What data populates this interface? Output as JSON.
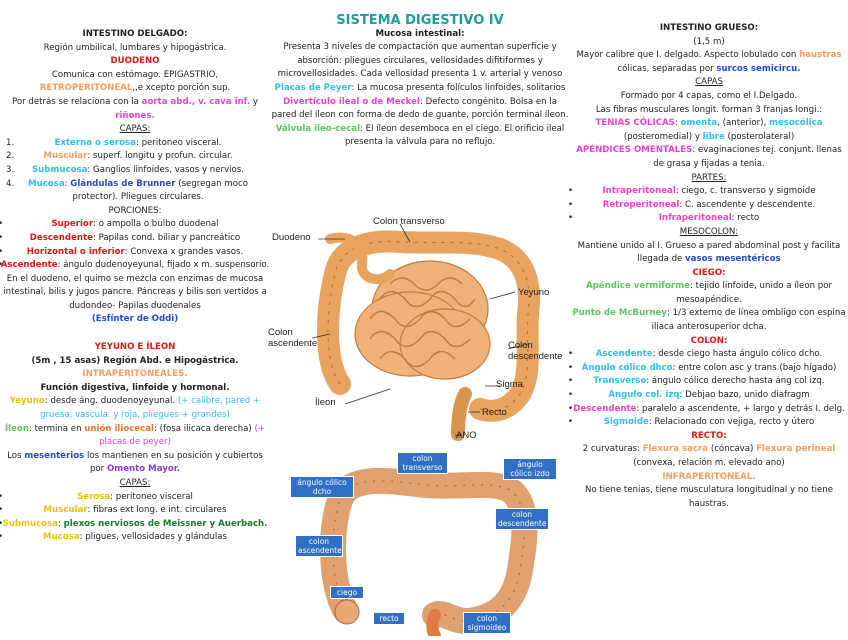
{
  "main_title": "SISTEMA DIGESTIVO IV",
  "col1": {
    "title": "INTESTINO DELGADO:",
    "region": "Región umbilical, lumbares y hipogástrica.",
    "duodeno_label": "DUODENO",
    "duodeno_1": "Comunica con estómago. EPIGASTRIO,",
    "retro": "RETROPERITONEAL",
    "retro_rest": ",,e xcepto porción sup.",
    "detras_1": "Por detrás se relaciona con la ",
    "aorta": "aorta abd., v. cava inf.",
    "y": " y ",
    "rinones": "riñones.",
    "capas": "CAPAS:",
    "capas_items": [
      {
        "n": "1.",
        "c": "Externa o serosa",
        "r": ": peritoneo visceral."
      },
      {
        "n": "2.",
        "c": "Muscular",
        "r": ": superf. longitu y profun. circular."
      },
      {
        "n": "3.",
        "c": "Submucosa",
        "r": ": Ganglios linfoides, vasos y nervios."
      },
      {
        "n": "4.",
        "c": "Mucosa",
        "r": ": "
      }
    ],
    "brunner": "Glándulas de Brunner",
    "brunner_rest": " (segregan moco protector). Pliegues circulares.",
    "porciones": "PORCIONES:",
    "porciones_items": [
      {
        "c": "Superior",
        "r": ": o ampolla o bulbo duodenal"
      },
      {
        "c": "Descendente",
        "r": ": Papilas cond. biliar y pancreático"
      },
      {
        "c": "Horizontal o inferior",
        "r": ": Convexa x grandes vasos."
      },
      {
        "c": "Ascendente",
        "r": ": ángulo dudenoyeyunal, fijado x m. suspensorio."
      }
    ],
    "quimo": "En el duodeno, el quimo se mezcla con enzimas de mucosa intestinal, bilis y jugos pancre. Páncreas y bilis son vertidos a dudondeo- Papilas duodenales",
    "oddi": "(Esfínter de Oddi)",
    "yeyuno_title": "YEYUNO E ÍLEON",
    "yeyuno_sub": "(5m , 15 asas) Región Abd. e Hipogástrica.",
    "intraperit": "INTRAPERITONEALES.",
    "funcion": "Función digestiva, linfoide y hormonal.",
    "yeyuno_l": "Yeyuno",
    "yeyuno_r": ": desde áng. duodenoyeyunal. ",
    "yeyuno_plus": "(+ calibre, pared + gruesa, vascula. y roja, pliegues + grandes)",
    "ileon_l": "Íleon",
    "ileon_r": ": termina en ",
    "union": "unión iliocecal",
    "ileon_r2": ": (fosa ilicaca derecha) ",
    "ileon_plus": "(+ placas de peyer)",
    "mesent_1": "Los ",
    "mesenterios": "mesenterios",
    "mesent_2": " los mantienen en su posición y cubiertos por ",
    "omento": "Omento Mayor.",
    "capas2": "CAPAS:",
    "capas2_items": [
      {
        "c": "Serosa",
        "r": ": peritoneo visceral"
      },
      {
        "c": "Muscular",
        "r": ": fibras ext long. e int. circulares"
      },
      {
        "c": "Submucosa",
        "r": ": ",
        "b": "plexos nerviosos de Meissner y Auerbach."
      },
      {
        "c": "Mucosa",
        "r": ": pligues, vellosidades y glándulas"
      }
    ]
  },
  "col2": {
    "mucosa_title": "Mucosa intestinal:",
    "mucosa_text": "Presenta 3 niveles de compactación que aumentan superficie y absorción: pliegues circulares, vellosidades difitiformes y microvellosidades. Cada vellosidad presenta 1 v. arterial y venoso",
    "peyer_l": "Placas de Peyer",
    "peyer_r": ": La mucosa presenta folículos linfoides, solitarios",
    "meckel_l": "Divertículo ileal o de Meckel",
    "meckel_r": ": Defecto congénito. Bolsa en la pared del íleon con forma de dedo de guante, porción terminal íleon.",
    "valvula_l": "Válvula ileo-cecal",
    "valvula_r": ": El íleon desemboca en el ciego. El orificio ileal presenta la válvula para no reflujo.",
    "fig1_labels": {
      "colon_transverso": "Colon transverso",
      "duodeno": "Duodeno",
      "yeyuno": "Yeyuno",
      "colon_ascendente": "Colon ascendente",
      "colon_descendente": "Colon descendente",
      "sigma": "Sigma",
      "ileon": "Íleon",
      "recto": "Recto",
      "ano": "ANO"
    },
    "fig2_labels": {
      "colon_transverso": "colon transverso",
      "angulo_colico_dcho": "ángulo cólico dcho",
      "angulo_colico_izdo": "ángulo cólico izdo",
      "colon_descendente": "colon descendente",
      "colon_ascendente": "colon ascendente",
      "ciego": "ciego",
      "recto": "recto",
      "colon_sigmoideo": "colon sigmoideo"
    }
  },
  "col3": {
    "title": "INTESTINO GRUESO:",
    "long": "(1,5 m)",
    "mayor": "Mayor calibre que I. delgado. Aspecto lobulado con ",
    "haustras": "haustras",
    "colicas": " cólicas, separadas por ",
    "surcos": "surcos semicircu.",
    "capas": "CAPAS",
    "formado": "Formado por 4 capas, como el I.Delgado.",
    "fibras": "Las fibras musculares longit. forman 3 franjas longi.:",
    "tenias": "TENIAS CÓLICAS",
    "tenias_r": ": ",
    "omenta": "omenta",
    "ant": ", (anterior), ",
    "mesocolica": "mesocólica",
    "posmed": " (posteromedial) y ",
    "libre": "libre",
    "postlat": " (posterolateral)",
    "apendices": "APÉNDICES OMENTALES",
    "apendices_r": ": evaginaciones tej. conjunt. llenas de grasa y fijadas a tenia.",
    "partes": "PARTES:",
    "partes_items": [
      {
        "c": "Intraperitoneal",
        "r": ": ciego, c. transverso y sigmoide"
      },
      {
        "c": "Retroperitoneal",
        "r": ": C. ascendente y descendente."
      },
      {
        "c": "Infraperitoneal",
        "r": ": recto"
      }
    ],
    "mesocolon": "MESOCOLON:",
    "mesocolon_r": "Mantiene unido al I. Grueso a pared abdominal post y facilita llegada de ",
    "vasos": "vasos mesentéricos",
    "ciego": "CIEGO:",
    "apendice_l": "Apéndice vermiforme",
    "apendice_r": ": tejido linfoide, unido a íleon por mesoapéndice.",
    "mcburney_l": "Punto de McBurney",
    "mcburney_r": ": 1/3  externo de línea ombligo con espina iliaca anterosuperior dcha.",
    "colon": "COLON:",
    "colon_items": [
      {
        "c": "Ascendente",
        "r": ": desde ciego hasta ángulo cólico dcho."
      },
      {
        "c": "Ángulo cólico dhco",
        "r": ": entre colon asc y trans.(bajo hígado)"
      },
      {
        "c": "Transverso",
        "r": ": ángulo cólico derecho hasta áng col izq."
      },
      {
        "c": "Ángulo col. izq",
        "r": ": Debjao bazo, unido diafragm"
      },
      {
        "c": "Descendente",
        "r": ": paralelo a ascendente, + largo y detrás I. delg."
      },
      {
        "c": "Sigmoide",
        "r": ": Relacionado con vejiga, recto y útero"
      }
    ],
    "recto": "RECTO:",
    "curvaturas": "2 curvaturas: ",
    "flexura_sacra": "Flexura sacra",
    "concava": " (cóncava) ",
    "flexura_perineal": "Flexura perineal",
    "convexa": " (convexa, relación m. elevado ano)",
    "infra": "INFRAPERITONEAL.",
    "no_tiene": "No tiene tenias, tiene musculatura longitudinal y no tiene haustras."
  }
}
